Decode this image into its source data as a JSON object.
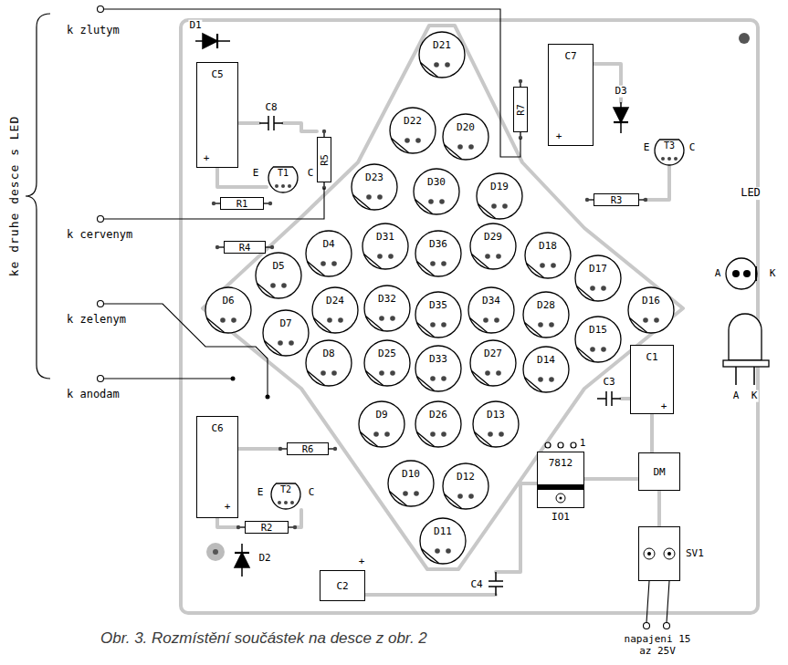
{
  "diagram": {
    "caption": "Obr. 3. Rozmístění součástek na desce z obr. 2",
    "nodes": [
      {
        "text": [
          "C5"
        ]
      },
      {
        "text": [
          "D21"
        ]
      },
      {
        "text": [
          "R7"
        ]
      },
      {
        "text": [
          "C7"
        ]
      },
      {
        "text": [
          "R5"
        ]
      },
      {
        "text": [
          "T1"
        ]
      },
      {
        "text": [
          "D22"
        ]
      },
      {
        "text": [
          "D20"
        ]
      },
      {
        "text": [
          "T3"
        ]
      },
      {
        "text": [
          "R1"
        ]
      },
      {
        "text": [
          "D23"
        ]
      },
      {
        "text": [
          "D30"
        ]
      },
      {
        "text": [
          "D19"
        ]
      },
      {
        "text": [
          "R3"
        ]
      },
      {
        "text": [
          "R4"
        ]
      },
      {
        "text": [
          "D4"
        ]
      },
      {
        "text": [
          "D31"
        ]
      },
      {
        "text": [
          "D36"
        ]
      },
      {
        "text": [
          "D29"
        ]
      },
      {
        "text": [
          "D18"
        ]
      },
      {
        "text": [
          "D5"
        ]
      },
      {
        "text": [
          "D17"
        ]
      },
      {
        "text": [
          "D6"
        ]
      },
      {
        "text": [
          "D24"
        ]
      },
      {
        "text": [
          "D32"
        ]
      },
      {
        "text": [
          "D35"
        ]
      },
      {
        "text": [
          "D34"
        ]
      },
      {
        "text": [
          "D28"
        ]
      },
      {
        "text": [
          "D16"
        ]
      },
      {
        "text": [
          "D7"
        ]
      },
      {
        "text": [
          "D15"
        ]
      },
      {
        "text": [
          "D8"
        ]
      },
      {
        "text": [
          "D25"
        ]
      },
      {
        "text": [
          "D33"
        ]
      },
      {
        "text": [
          "D27"
        ]
      },
      {
        "text": [
          "D14"
        ]
      },
      {
        "text": [
          "C1"
        ]
      },
      {
        "text": [
          "C6"
        ]
      },
      {
        "text": [
          "R6"
        ]
      },
      {
        "text": [
          "D9"
        ]
      },
      {
        "text": [
          "D26"
        ]
      },
      {
        "text": [
          "D13"
        ]
      },
      {
        "text": [
          "7812",
          "IO1"
        ]
      },
      {
        "text": [
          "DM"
        ]
      },
      {
        "text": [
          "T2"
        ]
      },
      {
        "text": [
          "D10"
        ]
      },
      {
        "text": [
          "D12"
        ]
      },
      {
        "text": [
          "R2"
        ]
      },
      {
        "text": [
          "SV1"
        ]
      },
      {
        "text": [
          "D11"
        ]
      },
      {
        "text": [
          "C2"
        ]
      }
    ],
    "labels": [
      "ke druhe desce s LED",
      "k zlutym",
      "k cervenym",
      "k zelenym",
      "k anodam",
      "D1",
      "+",
      "C8",
      "E",
      "C",
      "D3",
      "+",
      "E",
      "C",
      "LED",
      "A",
      "K",
      "A",
      "K",
      "C3",
      "+",
      "1",
      "+",
      "E",
      "C",
      "D2",
      "+",
      "C4",
      "napajeni 15 az 25V"
    ]
  }
}
